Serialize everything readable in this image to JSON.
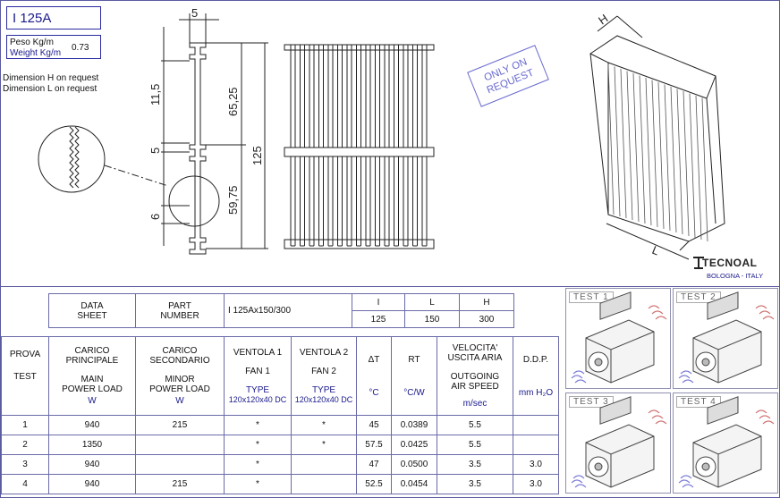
{
  "header": {
    "model": "I 125A",
    "weight_label_it": "Peso Kg/m",
    "weight_label_en": "Weight Kg/m",
    "weight_value": "0.73",
    "note_h": "Dimension H  on request",
    "note_l": "Dimension L  on request",
    "stamp_line1": "ONLY ON",
    "stamp_line2": "REQUEST",
    "logo": "TECNOAL",
    "logo_city": "BOLOGNA - ITALY"
  },
  "drawing": {
    "dim_top": "5",
    "dim_11_5": "11,5",
    "dim_65_25": "65,25",
    "dim_125": "125",
    "dim_5": "5",
    "dim_59_75": "59,75",
    "dim_6": "6",
    "dim_h": "H",
    "dim_l": "L"
  },
  "spec": {
    "data_sheet_1": "DATA",
    "data_sheet_2": "SHEET",
    "part_number_1": "PART",
    "part_number_2": "NUMBER",
    "part_value": "I 125Ax150/300",
    "i_label": "I",
    "l_label": "L",
    "h_label": "H",
    "i_value": "125",
    "l_value": "150",
    "h_value": "300"
  },
  "table": {
    "h_prova": "PROVA",
    "h_test": "TEST",
    "h_carico_p1": "CARICO",
    "h_carico_p2": "PRINCIPALE",
    "h_main1": "MAIN",
    "h_main2": "POWER LOAD",
    "h_w1": "W",
    "h_carico_s1": "CARICO",
    "h_carico_s2": "SECONDARIO",
    "h_minor1": "MINOR",
    "h_minor2": "POWER LOAD",
    "h_w2": "W",
    "h_v1": "VENTOLA 1",
    "h_f1": "FAN 1",
    "h_type1": "TYPE",
    "h_size1": "120x120x40 DC",
    "h_v2": "VENTOLA 2",
    "h_f2": "FAN 2",
    "h_type2": "TYPE",
    "h_size2": "120x120x40 DC",
    "h_dt": "ΔT",
    "h_c": "°C",
    "h_rt": "RT",
    "h_cw": "°C/W",
    "h_vel1": "VELOCITA'",
    "h_vel2": "USCITA  ARIA",
    "h_out1": "OUTGOING",
    "h_out2": "AIR SPEED",
    "h_ms": "m/sec",
    "h_ddp": "D.D.P.",
    "h_mmh2o": "mm H₂O",
    "rows": [
      {
        "test": "1",
        "main": "940",
        "minor": "215",
        "fan1": "*",
        "fan2": "*",
        "dt": "45",
        "rt": "0.0389",
        "speed": "5.5",
        "ddp": ""
      },
      {
        "test": "2",
        "main": "1350",
        "minor": "",
        "fan1": "*",
        "fan2": "*",
        "dt": "57.5",
        "rt": "0.0425",
        "speed": "5.5",
        "ddp": ""
      },
      {
        "test": "3",
        "main": "940",
        "minor": "",
        "fan1": "*",
        "fan2": "",
        "dt": "47",
        "rt": "0.0500",
        "speed": "3.5",
        "ddp": "3.0"
      },
      {
        "test": "4",
        "main": "940",
        "minor": "215",
        "fan1": "*",
        "fan2": "",
        "dt": "52.5",
        "rt": "0.0454",
        "speed": "3.5",
        "ddp": "3.0"
      }
    ]
  },
  "tests": {
    "t1": "TEST  1",
    "t2": "TEST  2",
    "t3": "TEST  3",
    "t4": "TEST  4"
  }
}
